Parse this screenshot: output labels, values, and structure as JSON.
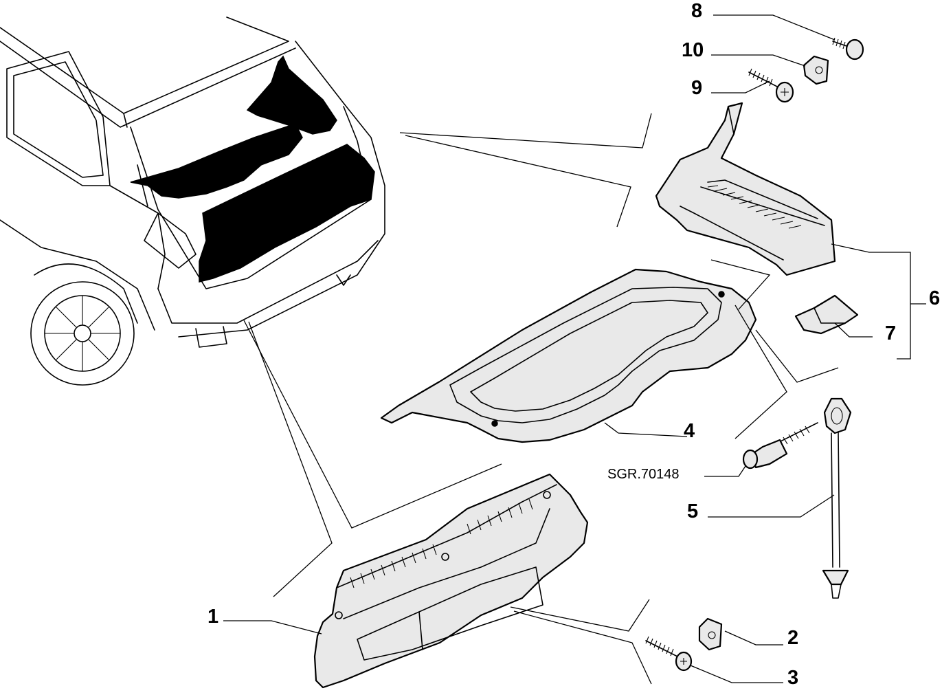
{
  "reference_code": "SGR.70148",
  "callouts": {
    "c1": "1",
    "c2": "2",
    "c3": "3",
    "c4": "4",
    "c5": "5",
    "c6": "6",
    "c7": "7",
    "c8": "8",
    "c9": "9",
    "c10": "10"
  }
}
